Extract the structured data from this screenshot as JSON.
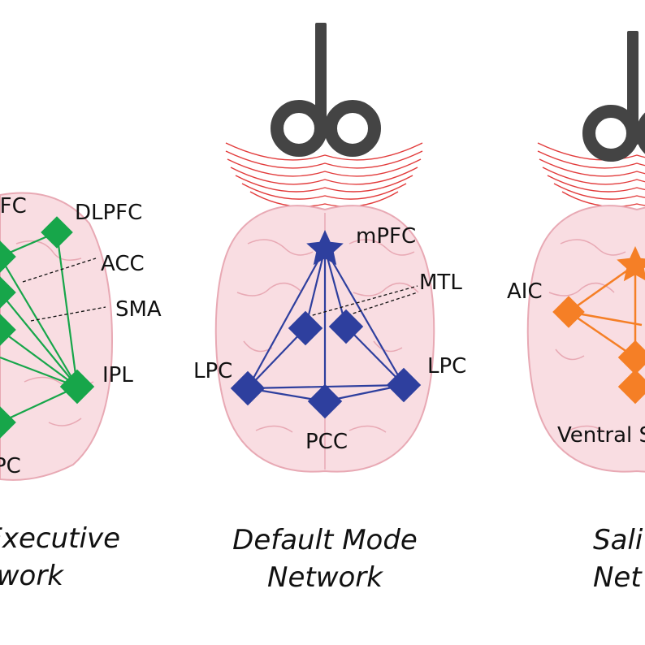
{
  "colors": {
    "brain_fill": "#f9dde2",
    "brain_stroke": "#e8a9b4",
    "head_ring": "#e23b3b",
    "glasses": "#444444",
    "executive": "#17a64a",
    "default_mode": "#2e3f9e",
    "salience": "#f57f26"
  },
  "networks": [
    {
      "id": "executive",
      "title_line1": "Executive",
      "title_line2": "work",
      "labels": {
        "top_left_partial": "PFC",
        "dlpfc": "DLPFC",
        "acc": "ACC",
        "sma": "SMA",
        "ipl": "IPL",
        "bottom_left_partial": "PC"
      }
    },
    {
      "id": "default_mode",
      "title_line1": "Default Mode",
      "title_line2": "Network",
      "labels": {
        "mpfc": "mPFC",
        "mtl": "MTL",
        "lpc_left": "LPC",
        "lpc_right": "LPC",
        "pcc": "PCC"
      }
    },
    {
      "id": "salience",
      "title_line1": "Sali",
      "title_line2": "Net",
      "labels": {
        "aic": "AIC",
        "ventral_partial": "Ventral S"
      }
    }
  ]
}
